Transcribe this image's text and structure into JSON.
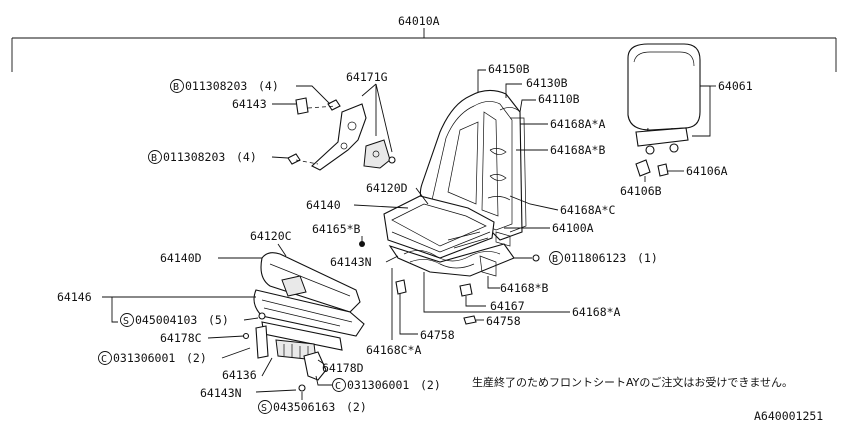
{
  "labels": {
    "assembly": "64010A",
    "headrest": "64061",
    "headrest_guide_a": "64106A",
    "headrest_guide_b": "64106B",
    "bolt_upper_code": "011308203",
    "bolt_upper_qty": "(4)",
    "bolt_lower_code": "011308203",
    "bolt_lower_qty": "(4)",
    "recliner_cover": "64143",
    "recliner": "64171G",
    "back_cover": "64150B",
    "back_pad": "64130B",
    "back_frame": "64110B",
    "back_spring_a": "64168A*A",
    "back_spring_b": "64168A*B",
    "back_spring_c": "64168A*C",
    "cushion_cover": "64120D",
    "cushion_pad": "64140",
    "cushion_frame": "64100A",
    "clip": "64165*B",
    "cover_n_1": "64143N",
    "bolt_right_code": "011806123",
    "bolt_right_qty": "(1)",
    "spring_b": "64168*B",
    "part_64167": "64167",
    "part_64758_a": "64758",
    "part_64758_b": "64758",
    "spring_a": "64168*A",
    "spring_c": "64168C*A",
    "slide_cover": "64120C",
    "slide_pad": "64140D",
    "rail": "64146",
    "screw_top_code": "045004103",
    "screw_top_qty": "(5)",
    "part_64178c": "64178C",
    "clip_left_code": "031306001",
    "clip_left_qty": "(2)",
    "part_64136": "64136",
    "cover_n_2": "64143N",
    "screw_bottom_code": "043506163",
    "screw_bottom_qty": "(2)",
    "part_64178d": "64178D",
    "clip_right_code": "031306001",
    "clip_right_qty": "(2)",
    "note_jp": "生産終了のためフロントシートAYのご注文はお受けできません。",
    "diagram_code": "A640001251"
  },
  "symbols": {
    "bolt": "B",
    "screw": "S",
    "clip": "C"
  }
}
